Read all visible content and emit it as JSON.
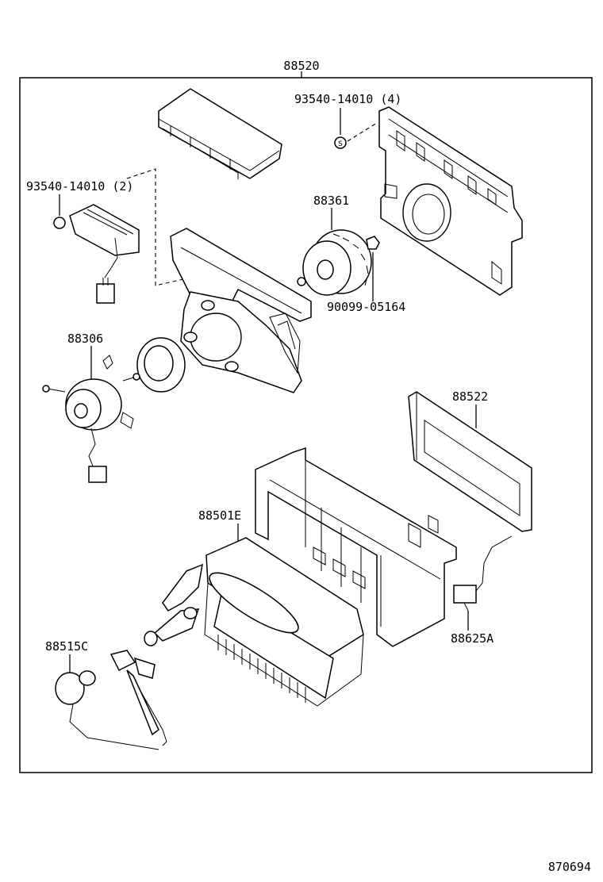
{
  "diagram": {
    "assembly_label": "88520",
    "labels": {
      "screw_top_right": "93540-14010 (4)",
      "screw_left": "93540-14010 (2)",
      "blower_fan": "88361",
      "fan_nut": "90099-05164",
      "blower_motor": "88306",
      "filter": "88522",
      "evaporator": "88501E",
      "expansion_valve": "88515C",
      "thermistor": "88625A"
    },
    "footer_code": "870694"
  }
}
